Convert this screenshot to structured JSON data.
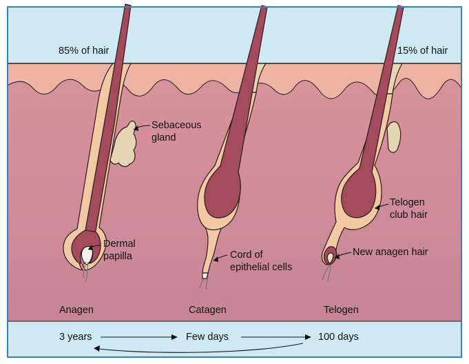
{
  "labels": {
    "anagen_percent": "85% of hair",
    "telogen_percent": "15% of hair",
    "sebaceous_gland": [
      "Sebaceous",
      "gland"
    ],
    "dermal_papilla": [
      "Dermal",
      "papilla"
    ],
    "cord_of_epithelial_cells": [
      "Cord of",
      "epithelial cells"
    ],
    "telogen_club_hair": [
      "Telogen",
      "club hair"
    ],
    "new_anagen_hair": "New anagen hair"
  },
  "phases": {
    "anagen": "Anagen",
    "catagen": "Catagen",
    "telogen": "Telogen"
  },
  "durations": {
    "anagen": "3 years",
    "catagen": "Few days",
    "telogen": "100 days"
  },
  "colors": {
    "sky": "#cfe9f3",
    "epidermis": "#efb3a5",
    "dermis": "#d28f98",
    "dermis_bottom": "#c98596",
    "hair_shaft": "#a34a5c",
    "sheath": "#f3c9a3",
    "sebaceous": "#e4d5b3",
    "frame": "#3a7fc0",
    "outline": "#2a1a1a"
  }
}
